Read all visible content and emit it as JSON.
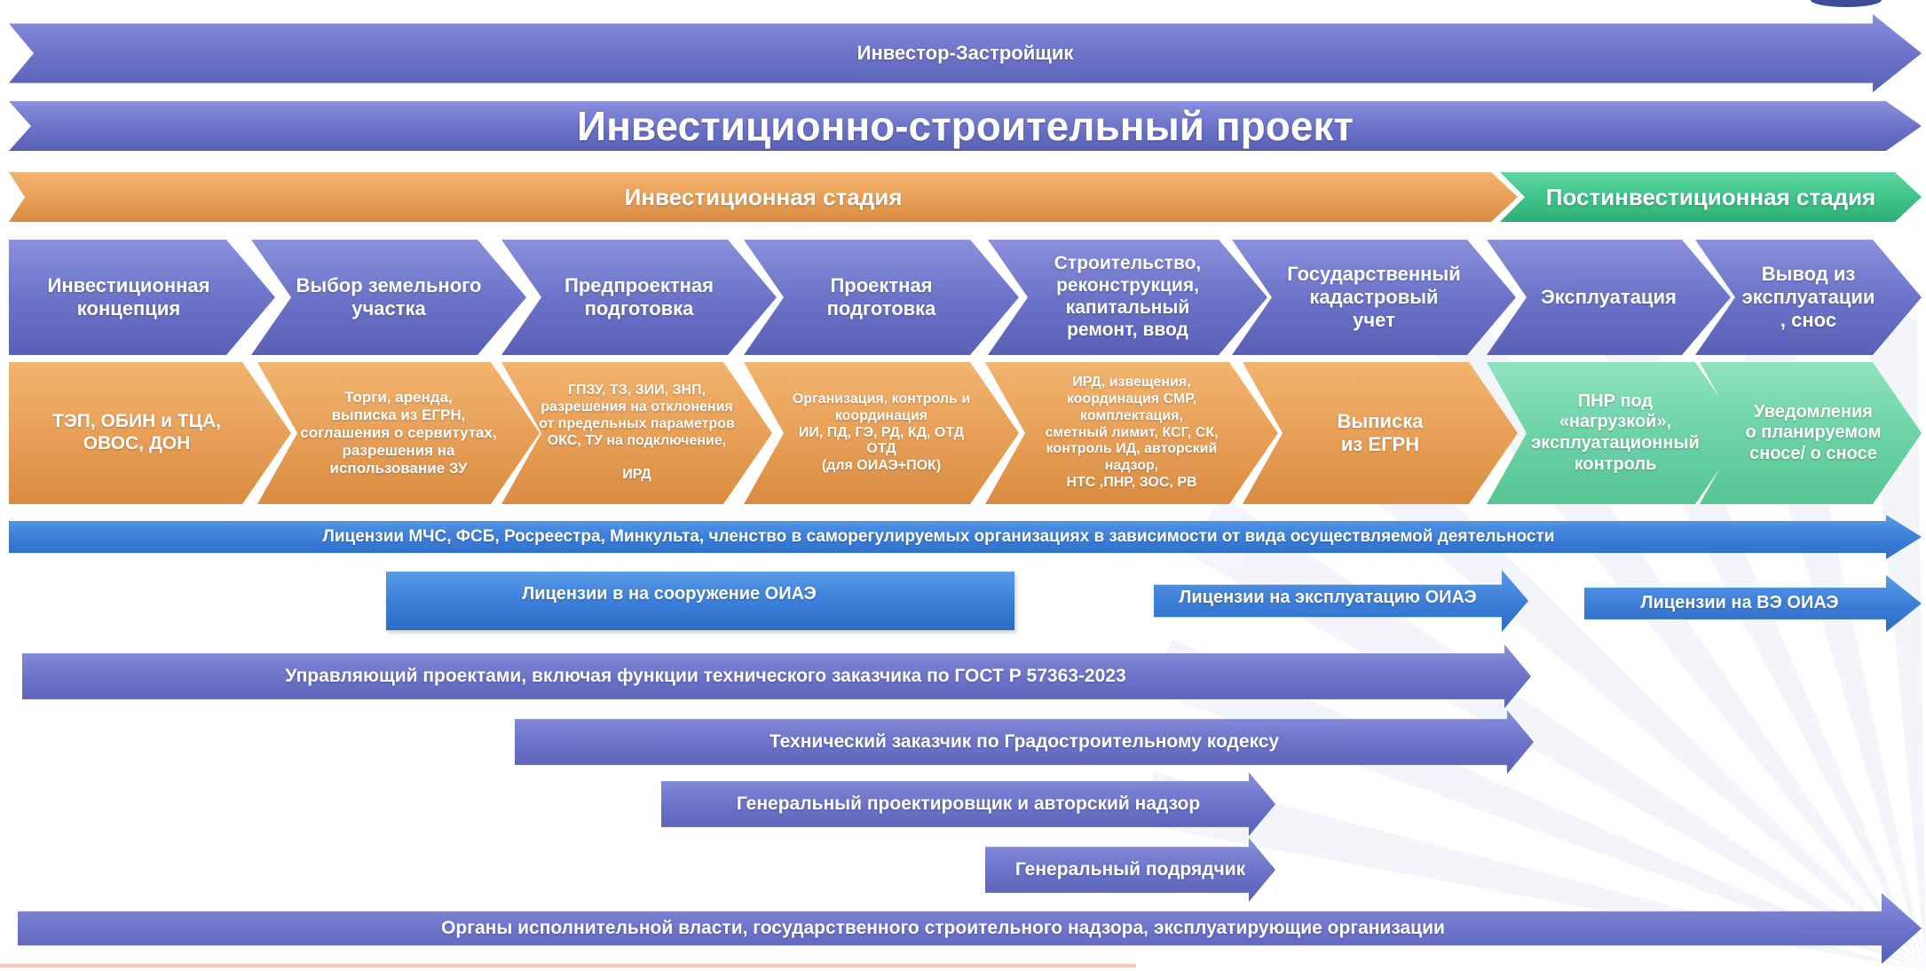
{
  "header": {
    "investor": "Инвестор-Застройщик",
    "project": "Инвестиционно-строительный проект"
  },
  "stages": {
    "investment": "Инвестиционная стадия",
    "post_investment": "Постинвестиционная стадия"
  },
  "phases": [
    "Инвестиционная\nконцепция",
    "Выбор земельного\nучастка",
    "Предпроектная\nподготовка",
    "Проектная\nподготовка",
    "Строительство,\nреконструкция,\nкапитальный\nремонт, ввод",
    "Государственный\nкадастровый\nучет",
    "Эксплуатация",
    "Вывод из\nэксплуатации\n, снос"
  ],
  "documents": [
    "ТЭП, ОБИН и ТЦА,\nОВОС, ДОН",
    "Торги, аренда,\nвыписка из ЕГРН,\nсоглашения о сервитутах,\nразрешения на\nиспользование ЗУ",
    "ГПЗУ, ТЗ, ЗИИ, ЗНП,\nразрешения на отклонения\nот предельных параметров\nОКС, ТУ на подключение,\n\nИРД",
    "Организация, контроль и\nкоординация\nИИ, ПД, ГЭ, РД, КД, ОТД\nОТД\n(для ОИАЭ+ПОК)",
    "ИРД, извещения,\nкоординация СМР,\nкомплектация,\nсметный лимит, КСГ, СК,\nконтроль ИД, авторский надзор,\nНТС ,ПНР, ЗОС, РВ",
    "Выписка\nиз ЕГРН",
    "ПНР под\n«нагрузкой»,\nэксплуатационный\nконтроль",
    "Уведомления\nо планируемом\nсносе/ о сносе"
  ],
  "licenses": {
    "main": "Лицензии МЧС, ФСБ, Росреестра, Минкульта, членство в саморегулируемых организациях в зависимости  от вида осуществляемой деятельности",
    "construction": "Лицензии в  на сооружение ОИАЭ",
    "operation": "Лицензии на эксплуатацию ОИАЭ",
    "decommission": "Лицензии на ВЭ ОИАЭ"
  },
  "roles": {
    "project_manager": "Управляющий проектами, включая функции технического заказчика по ГОСТ Р  57363-2023",
    "technical_customer": "Технический заказчик по Градостроительному кодексу",
    "general_designer": "Генеральный проектировщик и авторский надзор",
    "general_contractor": "Генеральный подрядчик",
    "authorities": "Органы исполнительной власти, государственного строительного надзора, эксплуатирующие организации"
  }
}
